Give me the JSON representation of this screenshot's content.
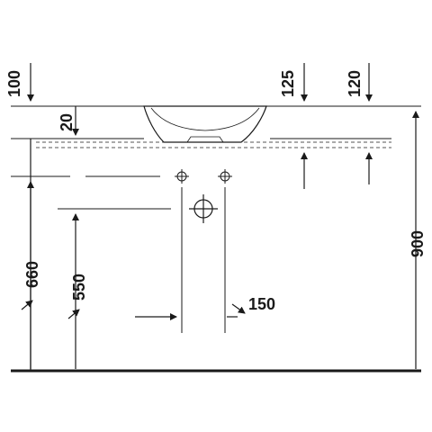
{
  "drawing": {
    "dim_100": "100",
    "dim_20": "20",
    "dim_125": "125",
    "dim_120": "120",
    "dim_900": "900",
    "dim_660": "660",
    "dim_550": "550",
    "dim_150": "150"
  },
  "colors": {
    "line": "#1a1a1a",
    "dashed": "#555555",
    "background": "#ffffff"
  }
}
